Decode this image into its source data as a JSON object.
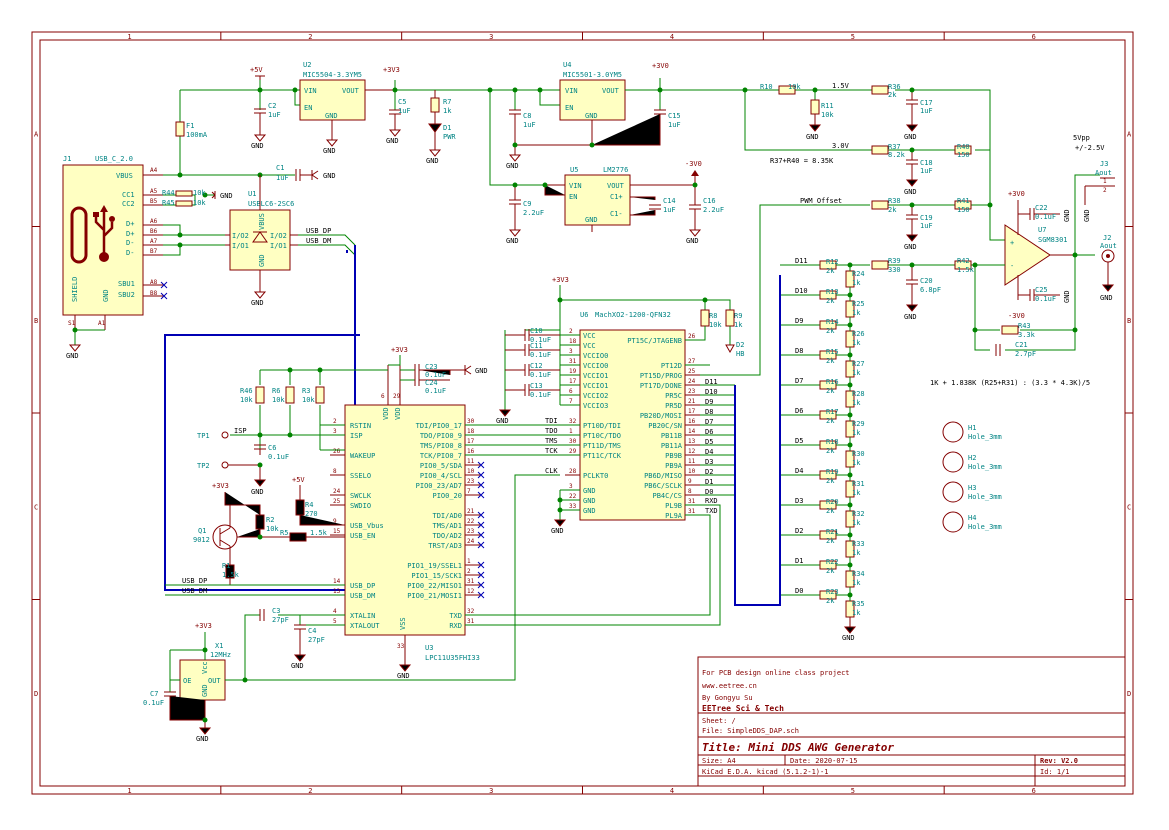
{
  "frame": {
    "col_labels": [
      "1",
      "2",
      "3",
      "4",
      "5",
      "6"
    ],
    "row_labels": [
      "A",
      "B",
      "C",
      "D"
    ],
    "accent_color": "#840000",
    "wire_color": "#008400",
    "bus_color": "#0000b4",
    "text_color": "#008484"
  },
  "title_block": {
    "note1": "For PCB design online class project",
    "note2": "www.eetree.cn",
    "note3": "By Gongyu Su",
    "company": "EETree Sci & Tech",
    "sheet": "Sheet: /",
    "file": "File: SimpleDDS_DAP.sch",
    "title": "Title: Mini DDS AWG Generator",
    "size": "Size: A4",
    "date": "Date: 2020-07-15",
    "rev": "Rev: V2.0",
    "tool": "KiCad E.D.A.  kicad (5.1.2-1)-1",
    "id": "Id: 1/1"
  },
  "components": {
    "J1": {
      "ref": "J1",
      "value": "USB_C_2.0",
      "shield": "SHIELD",
      "gnd": "GND",
      "pins": [
        "VBUS",
        "CC1",
        "CC2",
        "D+",
        "D+",
        "D-",
        "D-",
        "SBU1",
        "SBU2"
      ],
      "pin_nums": [
        "A4",
        "A5",
        "B5",
        "A6",
        "B6",
        "A7",
        "B7",
        "A8",
        "B8",
        "S1",
        "A1"
      ]
    },
    "U1": {
      "ref": "U1",
      "value": "USBLC6-2SC6",
      "pins": [
        "I/O2",
        "I/O1",
        "I/O2",
        "I/O1",
        "VBUS",
        "GND"
      ]
    },
    "F1": {
      "ref": "F1",
      "value": "100mA"
    },
    "U2": {
      "ref": "U2",
      "value": "MIC5504-3.3YM5",
      "pins": [
        "VIN",
        "EN",
        "VOUT",
        "GND"
      ]
    },
    "U4": {
      "ref": "U4",
      "value": "MIC5501-3.0YM5",
      "pins": [
        "VIN",
        "EN",
        "VOUT",
        "GND"
      ]
    },
    "U5": {
      "ref": "U5",
      "value": "LM2776",
      "pins": [
        "VIN",
        "EN",
        "VOUT",
        "C1+",
        "C1-",
        "GND"
      ]
    },
    "U3": {
      "ref": "U3",
      "value": "LPC11U35FHI33",
      "left_pins": [
        "RSTIN",
        "ISP",
        "WAKEUP",
        "SSELO",
        "SWCLK",
        "SWDIO",
        "USB_Vbus",
        "USB_EN",
        "USB_DP",
        "USB_DM",
        "XTALIN",
        "XTALOUT"
      ],
      "right_pins": [
        "TDI/PIO0_17",
        "TDO/PIO0_9",
        "TMS/PIO0_8",
        "TCK/PIO0_7",
        "PIO0_5/SDA",
        "PIO0_4/SCL",
        "PIO0_23/AD7",
        "PIO0_20",
        "TDI/AD0",
        "TMS/AD1",
        "TDO/AD2",
        "TRST/AD3",
        "PIO1_19/SSEL1",
        "PIO1_15/SCK1",
        "PIO0_22/MISO1",
        "PIO0_21/MOSI1",
        "TXD",
        "RXD"
      ],
      "top_pins": [
        "VDD",
        "VDD"
      ],
      "bottom_pin": "VSS"
    },
    "U6": {
      "ref": "U6",
      "value": "MachXO2-1200-QFN32",
      "left_pins": [
        "VCC",
        "VCC",
        "VCCIO0",
        "VCCIO0",
        "VCCIO1",
        "VCCIO1",
        "VCCIO2",
        "VCCIO3",
        "PT10D/TDI",
        "PT10C/TDO",
        "PT11D/TMS",
        "PT11C/TCK",
        "PCLKT0",
        "GND",
        "GND",
        "GND"
      ],
      "right_pins": [
        "PT15C/JTAGENB",
        "PT12D",
        "PT15D/PROG",
        "PT17D/DONE",
        "PR5C",
        "PR5D",
        "PB20D/MOSI",
        "PB20C/SN",
        "PB11B",
        "PB11A",
        "PB9B",
        "PB9A",
        "PB6D/MISO",
        "PB6C/SCLK",
        "PB4C/CS",
        "PL9B",
        "PL9A"
      ]
    },
    "U7": {
      "ref": "U7",
      "value": "SGM8301"
    },
    "X1": {
      "ref": "X1",
      "value": "12MHz",
      "pins": [
        "OE",
        "OUT",
        "Vcc",
        "GND"
      ]
    },
    "Q1": {
      "ref": "Q1",
      "value": "9012"
    },
    "D1": {
      "ref": "D1",
      "value": "PWR"
    },
    "D2": {
      "ref": "D2",
      "value": "HB"
    },
    "J2": {
      "ref": "J2",
      "value": "Aout"
    },
    "J3": {
      "ref": "J3",
      "value": "Aout"
    },
    "holes": [
      {
        "ref": "H1",
        "value": "Hole_3mm"
      },
      {
        "ref": "H2",
        "value": "Hole_3mm"
      },
      {
        "ref": "H3",
        "value": "Hole_3mm"
      },
      {
        "ref": "H4",
        "value": "Hole_3mm"
      }
    ]
  },
  "passives": [
    {
      "ref": "C1",
      "value": "1uF"
    },
    {
      "ref": "C2",
      "value": "1uF"
    },
    {
      "ref": "C3",
      "value": "27pF"
    },
    {
      "ref": "C4",
      "value": "27pF"
    },
    {
      "ref": "C5",
      "value": "1uF"
    },
    {
      "ref": "C6",
      "value": "0.1uF"
    },
    {
      "ref": "C7",
      "value": "0.1uF"
    },
    {
      "ref": "C8",
      "value": "1uF"
    },
    {
      "ref": "C9",
      "value": "2.2uF"
    },
    {
      "ref": "C10",
      "value": "0.1uF"
    },
    {
      "ref": "C11",
      "value": "0.1uF"
    },
    {
      "ref": "C12",
      "value": "0.1uF"
    },
    {
      "ref": "C13",
      "value": "0.1uF"
    },
    {
      "ref": "C14",
      "value": "1uF"
    },
    {
      "ref": "C15",
      "value": "1uF"
    },
    {
      "ref": "C16",
      "value": "2.2uF"
    },
    {
      "ref": "C17",
      "value": "1uF"
    },
    {
      "ref": "C18",
      "value": "1uF"
    },
    {
      "ref": "C19",
      "value": "1uF"
    },
    {
      "ref": "C20",
      "value": "6.8pF"
    },
    {
      "ref": "C21",
      "value": "2.7pF"
    },
    {
      "ref": "C22",
      "value": "0.1uF"
    },
    {
      "ref": "C23",
      "value": "0.1uF"
    },
    {
      "ref": "C24",
      "value": "0.1uF"
    },
    {
      "ref": "C25",
      "value": "0.1uF"
    },
    {
      "ref": "R1",
      "value": "1.5k"
    },
    {
      "ref": "R2",
      "value": "10k"
    },
    {
      "ref": "R3",
      "value": "10k"
    },
    {
      "ref": "R4",
      "value": "270"
    },
    {
      "ref": "R5",
      "value": "1.5k"
    },
    {
      "ref": "R6",
      "value": "10k"
    },
    {
      "ref": "R7",
      "value": "1k"
    },
    {
      "ref": "R8",
      "value": "10k"
    },
    {
      "ref": "R9",
      "value": "1k"
    },
    {
      "ref": "R10",
      "value": "10k"
    },
    {
      "ref": "R11",
      "value": "10k"
    },
    {
      "ref": "R36",
      "value": "2k"
    },
    {
      "ref": "R37",
      "value": "8.2k"
    },
    {
      "ref": "R38",
      "value": "2k"
    },
    {
      "ref": "R39",
      "value": "330"
    },
    {
      "ref": "R40",
      "value": "150"
    },
    {
      "ref": "R41",
      "value": "150"
    },
    {
      "ref": "R42",
      "value": "1.5k"
    },
    {
      "ref": "R43",
      "value": "3.3k"
    },
    {
      "ref": "R44",
      "value": "10k"
    },
    {
      "ref": "R45",
      "value": "10k"
    },
    {
      "ref": "R46",
      "value": "10k"
    }
  ],
  "ladder": {
    "series_refs": [
      "R12",
      "R13",
      "R14",
      "R15",
      "R16",
      "R17",
      "R18",
      "R19",
      "R20",
      "R21",
      "R22",
      "R23"
    ],
    "series_value": "2k",
    "shunt_refs": [
      "R24",
      "R25",
      "R26",
      "R27",
      "R28",
      "R29",
      "R30",
      "R31",
      "R32",
      "R33",
      "R34",
      "R35"
    ],
    "shunt_value": "1k",
    "bits": [
      "D11",
      "D10",
      "D9",
      "D8",
      "D7",
      "D6",
      "D5",
      "D4",
      "D3",
      "D2",
      "D1",
      "D0"
    ]
  },
  "power": {
    "p5v": "+5V",
    "p3v3": "+3V3",
    "p3v0": "+3V0",
    "n3v0": "-3V0",
    "gnd": "GND"
  },
  "nets": {
    "usb_dp": "USB_DP",
    "usb_dm": "USB_DM",
    "isp": "ISP",
    "tdi": "TDI",
    "tdo": "TDO",
    "tms": "TMS",
    "tck": "TCK",
    "clk": "CLK",
    "txd": "TXD",
    "rxd": "RXD",
    "pwm": "PWM_Offset",
    "v15": "1.5V",
    "v30": "3.0V",
    "tp1": "TP1",
    "tp2": "TP2"
  },
  "annotations": {
    "r37r40": "R37+R40 = 8.35K",
    "divider": "1K + 1.838K (R25+R31) : (3.3 * 4.3K)/5",
    "vpp1": "5Vpp",
    "vpp2": "+/-2.5V"
  }
}
